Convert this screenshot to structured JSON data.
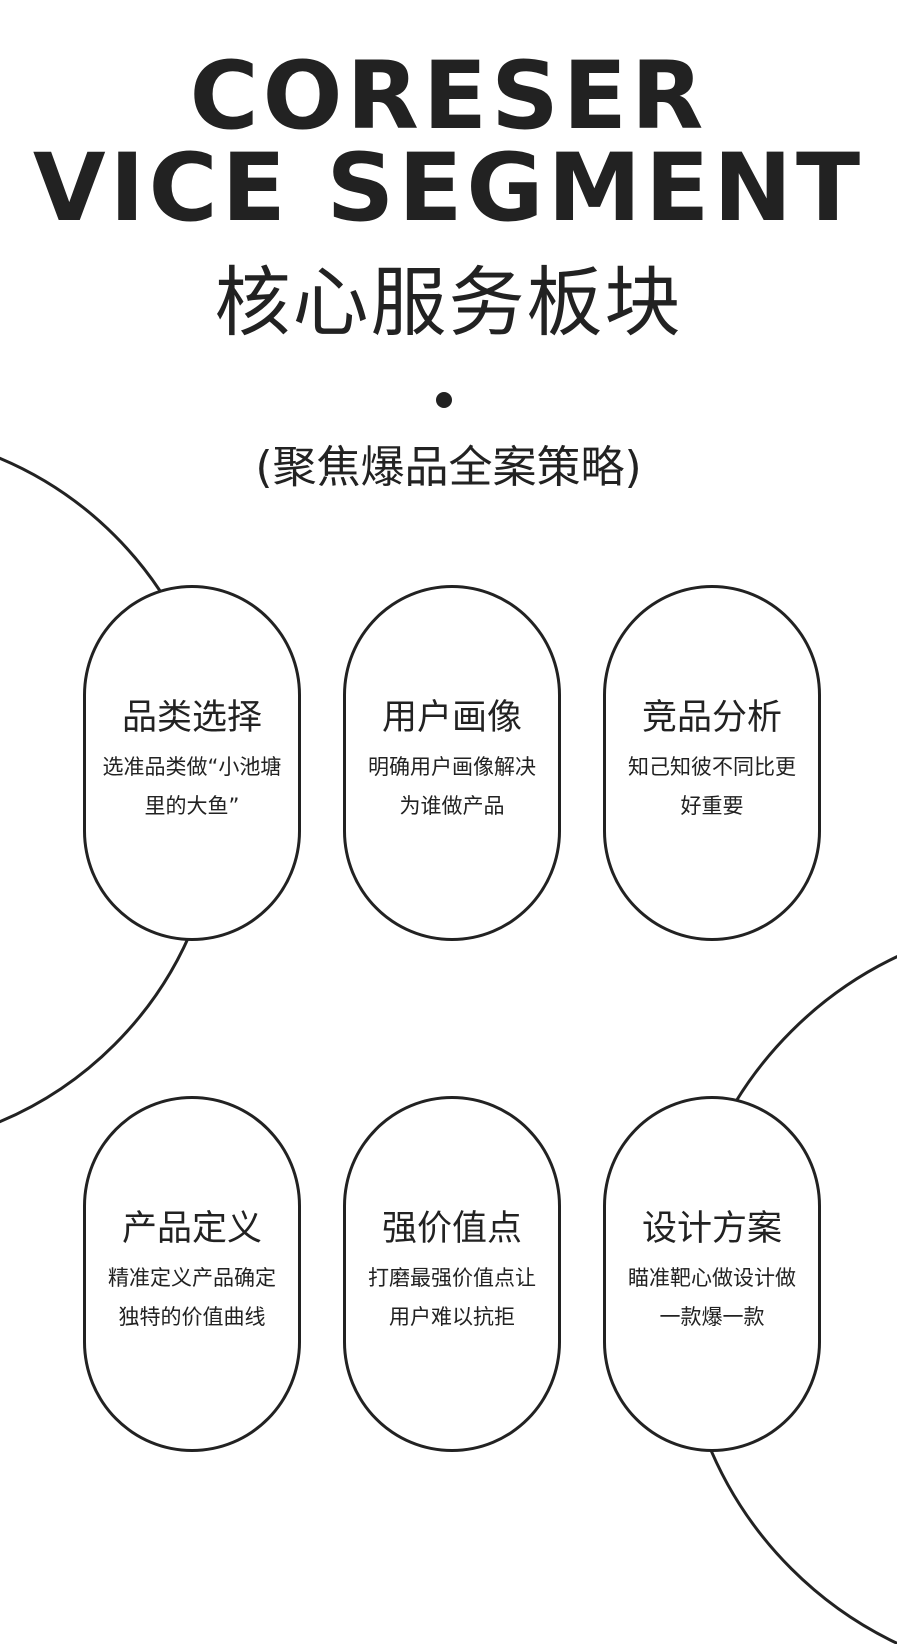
{
  "header": {
    "title_line1": "CORESER",
    "title_line2": "VICE SEGMENT",
    "subtitle_cn": "核心服务板块",
    "tagline": "(聚焦爆品全案策略)"
  },
  "services": [
    {
      "title": "品类选择",
      "desc": "选准品类做“小池塘里的大鱼”"
    },
    {
      "title": "用户画像",
      "desc": "明确用户画像解决为谁做产品"
    },
    {
      "title": "竞品分析",
      "desc": "知己知彼不同比更好重要"
    },
    {
      "title": "产品定义",
      "desc": "精准定义产品确定独特的价值曲线"
    },
    {
      "title": "强价值点",
      "desc": "打磨最强价值点让用户难以抗拒"
    },
    {
      "title": "设计方案",
      "desc": "瞄准靶心做设计做一款爆一款"
    }
  ],
  "colors": {
    "ink": "#222222",
    "background": "#ffffff"
  }
}
